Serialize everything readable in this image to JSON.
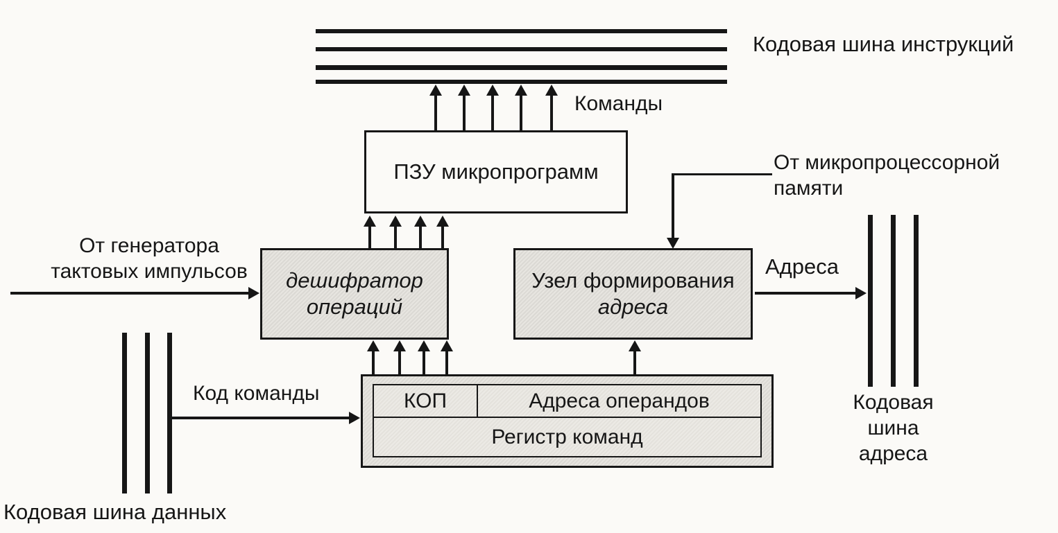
{
  "diagram": {
    "instruction_bus_label": "Кодовая шина инструкций",
    "commands_label": "Команды",
    "rom_label": "ПЗУ микропрограмм",
    "from_memory_label": "От микропроцессорной памяти",
    "from_clock_label": "От генератора тактовых импульсов",
    "decoder_line1": "дешифратор",
    "decoder_line2": "операций",
    "addr_unit_line1": "Узел формирования",
    "addr_unit_line2": "адреса",
    "addresses_label": "Адреса",
    "address_bus_label": "Кодовая шина адреса",
    "command_code_label": "Код команды",
    "opcode_label": "КОП",
    "operand_addresses_label": "Адреса операндов",
    "command_register_label": "Регистр команд",
    "data_bus_label": "Кодовая шина данных"
  }
}
